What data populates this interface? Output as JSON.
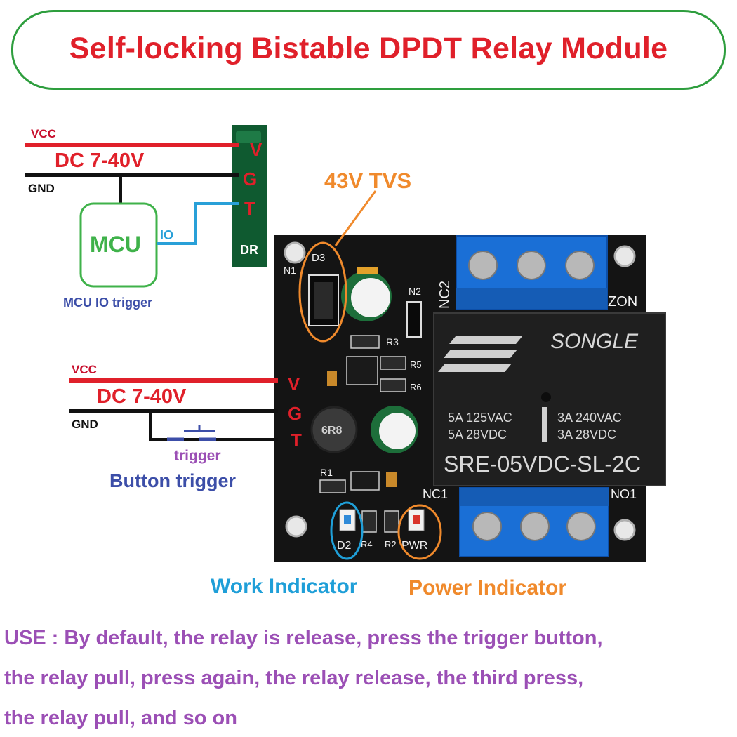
{
  "title": "Self-locking Bistable DPDT Relay Module",
  "top_wiring": {
    "vcc": "VCC",
    "voltage": "DC 7-40V",
    "gnd": "GND",
    "mcu": "MCU",
    "io": "IO",
    "caption": "MCU IO trigger",
    "pins": [
      "V",
      "G",
      "T"
    ],
    "board_text": "DR"
  },
  "bottom_wiring": {
    "vcc": "VCC",
    "voltage": "DC 7-40V",
    "gnd": "GND",
    "button_label": "trigger",
    "caption": "Button trigger",
    "pins": [
      "V",
      "G",
      "T"
    ]
  },
  "annotations": {
    "tvs": "43V TVS",
    "work": "Work Indicator",
    "power": "Power Indicator"
  },
  "board": {
    "d3": "D3",
    "n1": "N1",
    "n2": "N2",
    "r3": "R3",
    "r5": "R5",
    "r6": "R6",
    "r1": "R1",
    "r4": "R4",
    "r2": "R2",
    "d2": "D2",
    "pwr": "PWR",
    "nc2": "NC2",
    "no2": "ZON",
    "nc1": "NC1",
    "no1": "NO1",
    "inductor": "6R8"
  },
  "relay": {
    "brand": "SONGLE",
    "rating_left_1": "5A  125VAC",
    "rating_left_2": "5A  28VDC",
    "rating_right_1": "3A  240VAC",
    "rating_right_2": "3A  28VDC",
    "model": "SRE-05VDC-SL-2C"
  },
  "usage": [
    "USE : By default, the relay is release, press the trigger button,",
    "the relay pull, press again, the relay release, the third press,",
    "the relay pull, and so on"
  ],
  "colors": {
    "title": "#e0202a",
    "border": "#2e9e3e",
    "vcc_wire": "#e0202a",
    "io_wire": "#29a0d8",
    "mcu": "#3fb24a",
    "tvs": "#f08a2c",
    "work": "#1f9fd8",
    "power": "#f08a2c",
    "button_caption": "#3c4ea8",
    "usage": "#9b4fb5",
    "pcb": "#111111",
    "terminal": "#1a6fd6"
  }
}
